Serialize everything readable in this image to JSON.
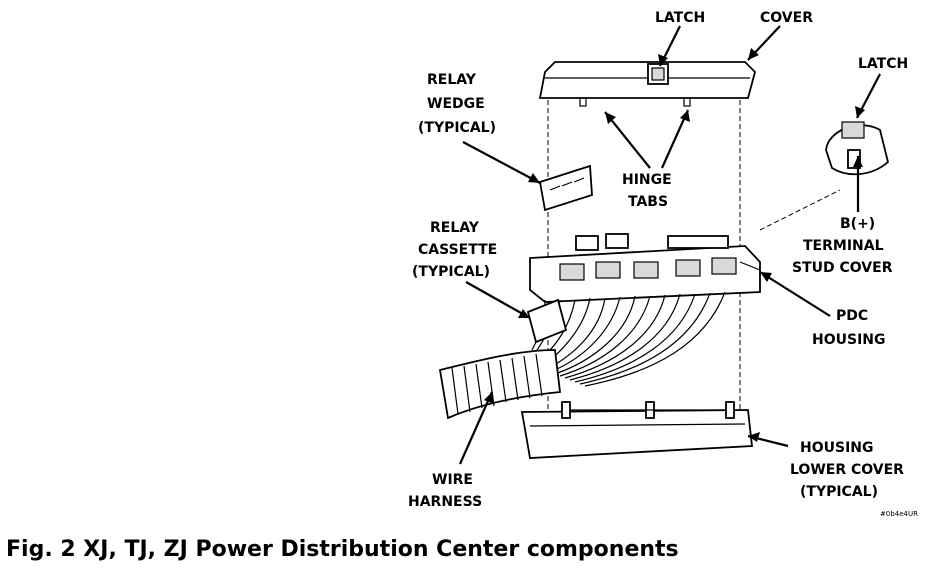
{
  "labels": {
    "latch_top": "LATCH",
    "cover": "COVER",
    "latch_right": "LATCH",
    "relay_wedge": [
      "RELAY",
      "WEDGE",
      "(TYPICAL)"
    ],
    "hinge_tabs": [
      "HINGE",
      "TABS"
    ],
    "relay_cassette": [
      "RELAY",
      "CASSETTE",
      "(TYPICAL)"
    ],
    "b_terminal": [
      "B(+)",
      "TERMINAL",
      "STUD COVER"
    ],
    "pdc_housing": [
      "PDC",
      "HOUSING"
    ],
    "housing_lower_cover": [
      "HOUSING",
      "LOWER COVER",
      "(TYPICAL)"
    ],
    "wire_harness": [
      "WIRE",
      "HARNESS"
    ],
    "ref_code": "#0b4e4UR"
  },
  "caption": "Fig. 2 XJ, TJ, ZJ Power Distribution Center components"
}
